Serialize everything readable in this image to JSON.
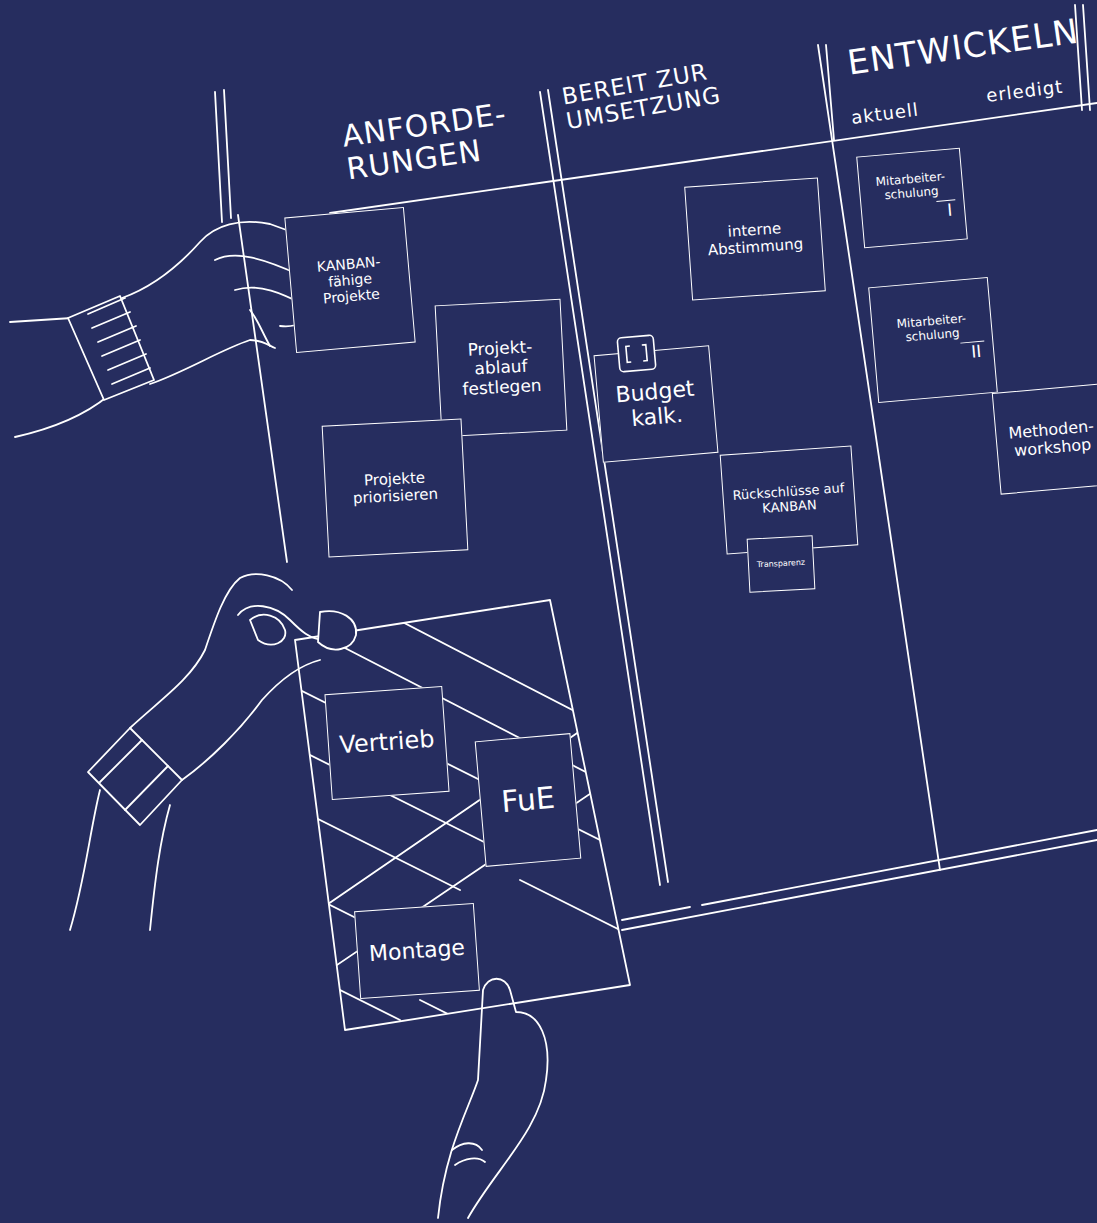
{
  "diagram": {
    "nodes": [
      {
        "text": [
          "KANBAN- fähige Projekte"
        ]
      },
      {
        "text": [
          "Projekt- ablauf festlegen"
        ]
      },
      {
        "text": [
          "Projekte priorisieren"
        ]
      },
      {
        "text": [
          "interne Abstimmung"
        ]
      },
      {
        "text": [
          "Budget kalk."
        ]
      },
      {
        "text": [
          "Rückschlüsse auf KANBAN"
        ]
      },
      {
        "text": [
          "Transparenz"
        ]
      },
      {
        "text": [
          "Mitarbeiter- schulung",
          "I"
        ]
      },
      {
        "text": [
          "Mitarbeiter- schulung",
          "II"
        ]
      },
      {
        "text": [
          "Methoden- workshop"
        ]
      },
      {
        "text": [
          "Vertrieb"
        ]
      },
      {
        "text": [
          "FuE"
        ]
      },
      {
        "text": [
          "Montage"
        ]
      }
    ],
    "labels": [
      "ANFORDE- RUNGEN",
      "BEREIT ZUR UMSETZUNG",
      "ENTWICKELN",
      "aktuell",
      "erledigt"
    ]
  }
}
